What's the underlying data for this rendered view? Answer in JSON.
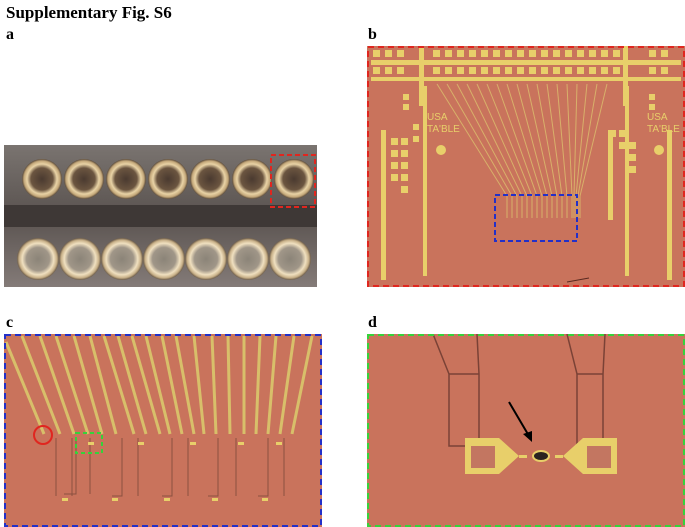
{
  "figure": {
    "title": "Supplementary Fig. S6",
    "panels": [
      {
        "label": "a"
      },
      {
        "label": "b"
      },
      {
        "label": "c"
      },
      {
        "label": "d"
      }
    ]
  },
  "panel_b": {
    "chip_text_left": "USA\nTA'BLE",
    "chip_text_right": "USA\nTA'BLE"
  },
  "colors": {
    "red_box": "#e0261f",
    "blue_box": "#2330c8",
    "green_box": "#36d23a",
    "chip_bg": "#c9735c",
    "gold": "#e8cf6a"
  }
}
